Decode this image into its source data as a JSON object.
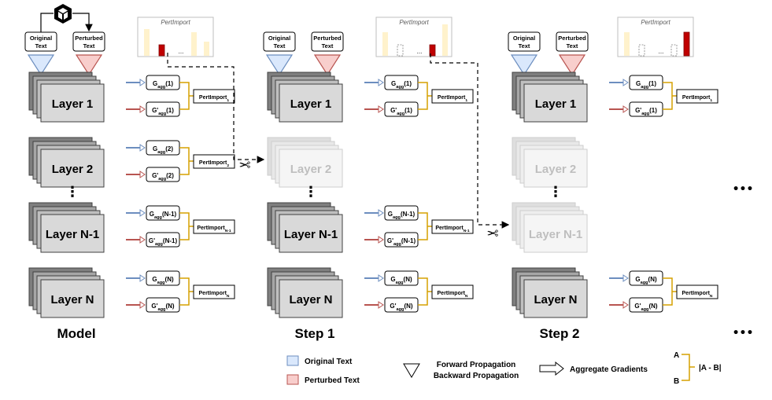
{
  "input_labels": {
    "original": [
      "Original",
      "Text"
    ],
    "perturbed": [
      "Perturbed",
      "Text"
    ]
  },
  "chart_title": "PertImport",
  "ellipsis_small": "...",
  "vertical_ellipsis": "⋮",
  "more_dots": "•••",
  "panels": [
    {
      "caption": "Model"
    },
    {
      "caption": "Step 1"
    },
    {
      "caption": "Step 2"
    }
  ],
  "layers": [
    {
      "label": "Layer 1",
      "g": "G",
      "g_sub": "agg",
      "g_idx": "(1)",
      "gp": "G'",
      "imp": "PertImport",
      "imp_sub": "1"
    },
    {
      "label": "Layer 2",
      "g": "G",
      "g_sub": "agg",
      "g_idx": "(2)",
      "gp": "G'",
      "imp": "PertImport",
      "imp_sub": "2"
    },
    {
      "label": "Layer N-1",
      "g": "G",
      "g_sub": "agg",
      "g_idx": "(N-1)",
      "gp": "G'",
      "imp": "PertImport",
      "imp_sub": "N-1"
    },
    {
      "label": "Layer N",
      "g": "G",
      "g_sub": "agg",
      "g_idx": "(N)",
      "gp": "G'",
      "imp": "PertImport",
      "imp_sub": "N"
    }
  ],
  "legend": {
    "original": "Original Text",
    "perturbed": "Perturbed Text",
    "forward": "Forward Propagation",
    "backward": "Backward Propagation",
    "aggregate": "Aggregate Gradients",
    "a": "A",
    "b": "B",
    "diff": "|A - B|"
  },
  "colors": {
    "original_fill": "#dae8fc",
    "original_stroke": "#6c8ebf",
    "perturbed_fill": "#f8cecc",
    "perturbed_stroke": "#b85450",
    "bar_light": "#fff2cc",
    "bar_dark": "#c00000",
    "bracket": "#d6a000",
    "layer_face": "#d9d9d9"
  },
  "scissors_icon": "✂"
}
